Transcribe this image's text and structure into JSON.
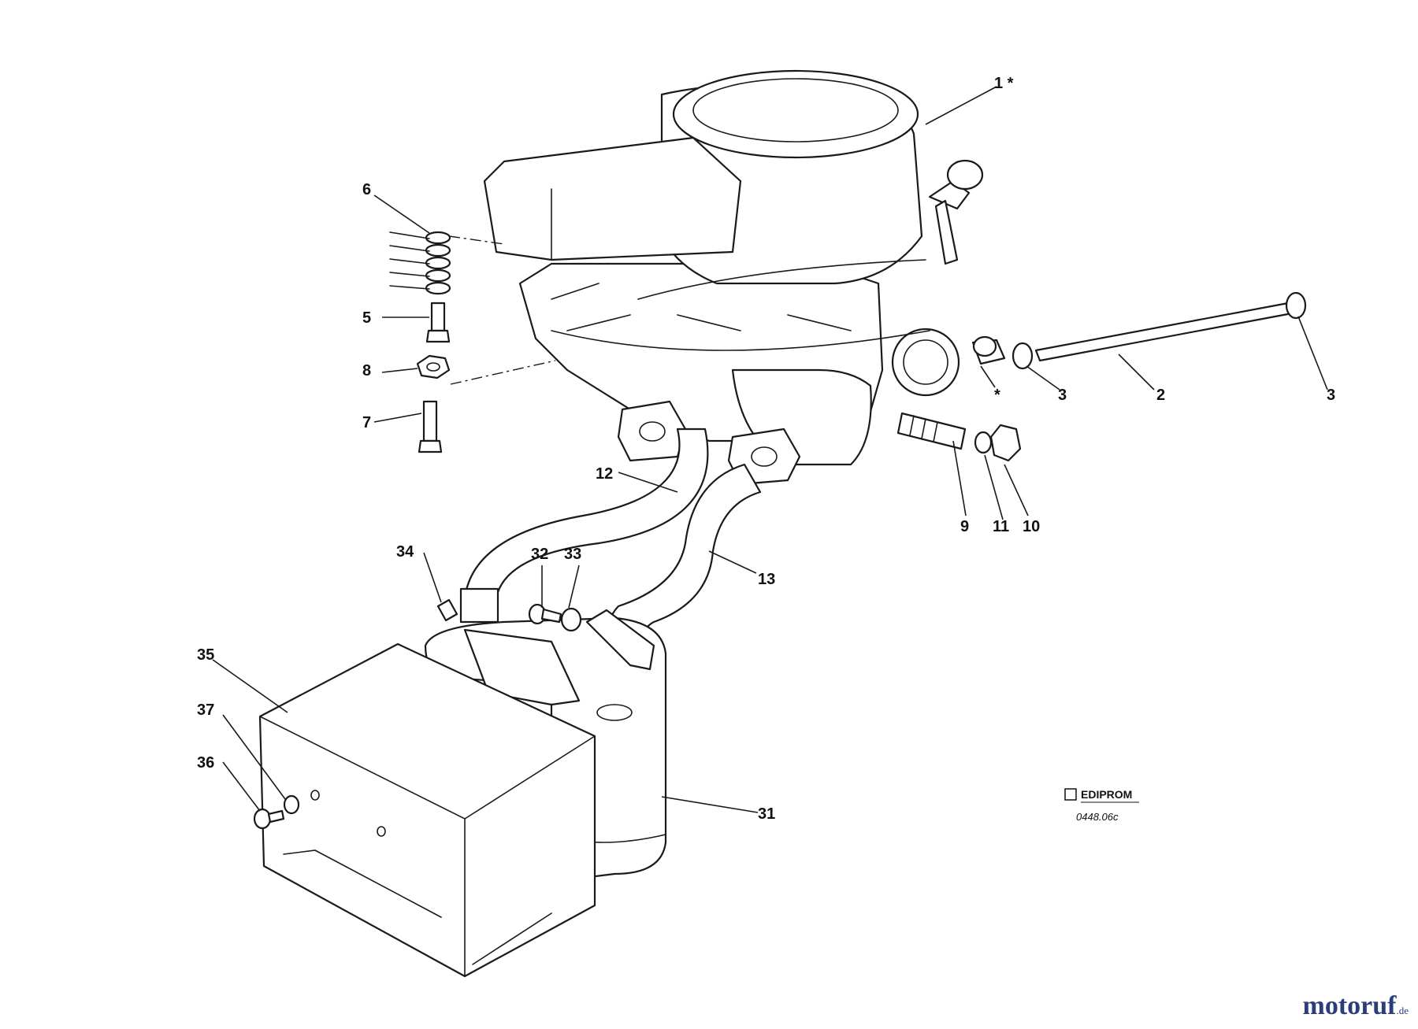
{
  "callouts": [
    {
      "id": "1",
      "label": "1 *"
    },
    {
      "id": "2",
      "label": "2"
    },
    {
      "id": "3a",
      "label": "3"
    },
    {
      "id": "3b",
      "label": "3"
    },
    {
      "id": "star",
      "label": "*"
    },
    {
      "id": "5",
      "label": "5"
    },
    {
      "id": "6",
      "label": "6"
    },
    {
      "id": "7",
      "label": "7"
    },
    {
      "id": "8",
      "label": "8"
    },
    {
      "id": "9",
      "label": "9"
    },
    {
      "id": "10",
      "label": "10"
    },
    {
      "id": "11",
      "label": "11"
    },
    {
      "id": "12",
      "label": "12"
    },
    {
      "id": "13",
      "label": "13"
    },
    {
      "id": "31",
      "label": "31"
    },
    {
      "id": "32",
      "label": "32"
    },
    {
      "id": "33",
      "label": "33"
    },
    {
      "id": "34",
      "label": "34"
    },
    {
      "id": "35",
      "label": "35"
    },
    {
      "id": "36",
      "label": "36"
    },
    {
      "id": "37",
      "label": "37"
    }
  ],
  "publisher": {
    "name": "EDIPROM",
    "drawing_code": "0448.06c"
  },
  "watermark": {
    "main": "motoruf",
    "suffix": ".de",
    "color": "#2c3e7a"
  }
}
